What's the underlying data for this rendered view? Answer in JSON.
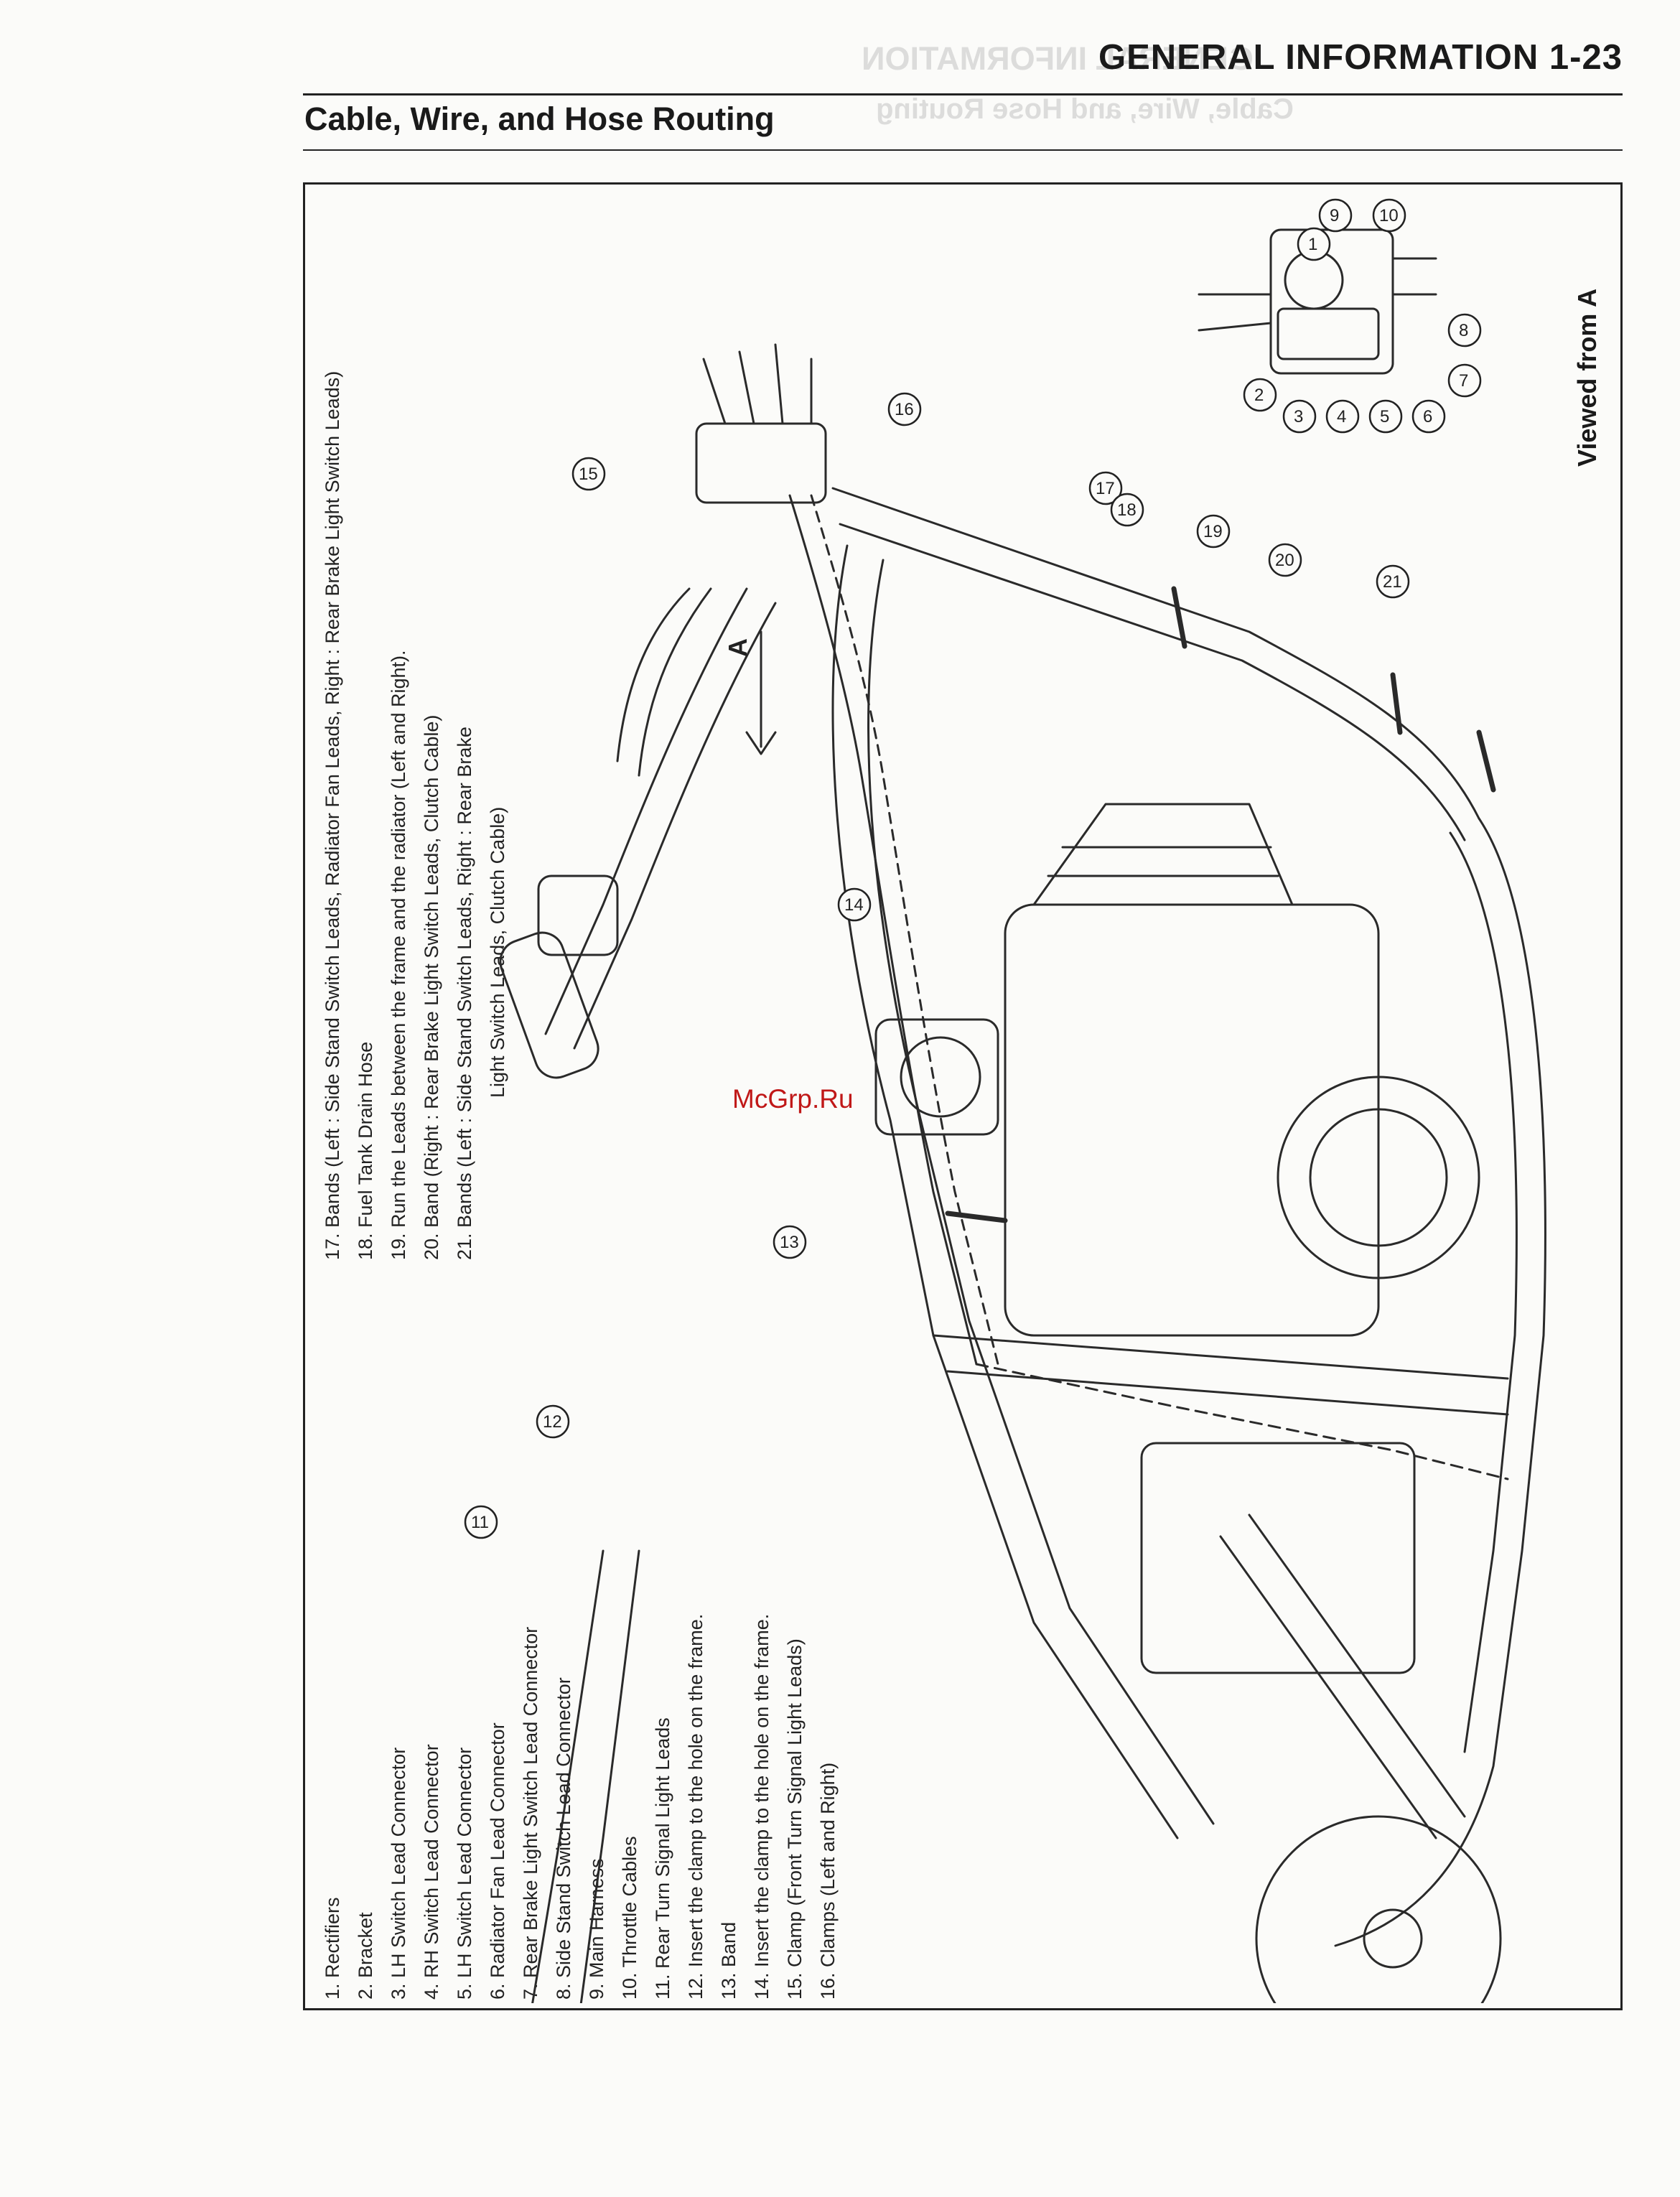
{
  "header": {
    "title": "GENERAL INFORMATION 1-23",
    "section": "Cable, Wire, and Hose Routing",
    "ghost_title": "GENERAL INFORMATION",
    "ghost_section": "Cable, Wire, and Hose Routing"
  },
  "diagram": {
    "view_label": "Viewed from A",
    "arrow_label": "A",
    "callouts": [
      "1",
      "2",
      "3",
      "4",
      "5",
      "6",
      "7",
      "8",
      "9",
      "10",
      "11",
      "12",
      "13",
      "14",
      "15",
      "16",
      "17",
      "18",
      "19",
      "20",
      "21"
    ]
  },
  "legend": {
    "col1": [
      "1.   Rectifiers",
      "2.   Bracket",
      "3.   LH Switch Lead Connector",
      "4.   RH Switch Lead Connector",
      "5.   LH Switch Lead Connector",
      "6.   Radiator Fan Lead Connector",
      "7.   Rear Brake Light Switch Lead Connector",
      "8.   Side Stand Switch Lead Connector",
      "9.   Main Harness",
      "10. Throttle Cables",
      "11. Rear Turn Signal Light Leads",
      "12. Insert the clamp to the hole on the frame.",
      "13. Band",
      "14. Insert the clamp to the hole on the frame.",
      "15. Clamp (Front Turn Signal Light Leads)",
      "16. Clamps (Left and Right)"
    ],
    "col2": [
      "17. Bands (Left : Side Stand Switch Leads, Radiator Fan Leads, Right : Rear Brake Light Switch Leads)",
      "18. Fuel Tank Drain Hose",
      "19. Run the Leads between the frame and the radiator (Left and Right).",
      "20. Band (Right : Rear Brake Light Switch Leads, Clutch Cable)",
      "21. Bands (Left : Side Stand Switch Leads, Right : Rear Brake"
    ],
    "col2_cont": "Light Switch Leads, Clutch Cable)"
  },
  "watermark": "McGrp.Ru"
}
